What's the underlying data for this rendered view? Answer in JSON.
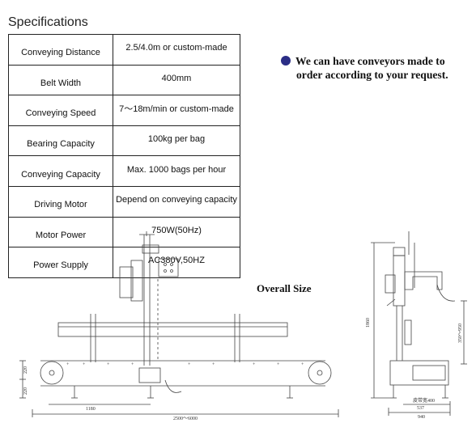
{
  "heading": "Specifications",
  "specs": [
    {
      "label": "Conveying Distance",
      "value": "2.5/4.0m or custom-made"
    },
    {
      "label": "Belt Width",
      "value": "400mm"
    },
    {
      "label": "Conveying Speed",
      "value": "7～18m/min or custom-made"
    },
    {
      "label": "Bearing Capacity",
      "value": "100kg per bag"
    },
    {
      "label": "Conveying Capacity",
      "value": "Max. 1000 bags per hour"
    },
    {
      "label": "Driving Motor",
      "value": "Depend on conveying capacity"
    },
    {
      "label": "Motor Power",
      "value": "750W(50Hz)"
    },
    {
      "label": "Power Supply",
      "value": "AC380V,50HZ"
    }
  ],
  "note": {
    "line1": "We can have conveyors  made  to",
    "line2": "order according to your request.",
    "bullet_color": "#2b2e86"
  },
  "overall_size": "Overall Size",
  "front_dims": {
    "width_range": "2500～6000",
    "half_length": "1180",
    "upper_height": "220",
    "lower_height": "220"
  },
  "side_dims": {
    "height": "1860",
    "adjust_range": "350～950",
    "belt_label": "皮带宽400",
    "inner_width": "537",
    "outer_width": "940"
  }
}
